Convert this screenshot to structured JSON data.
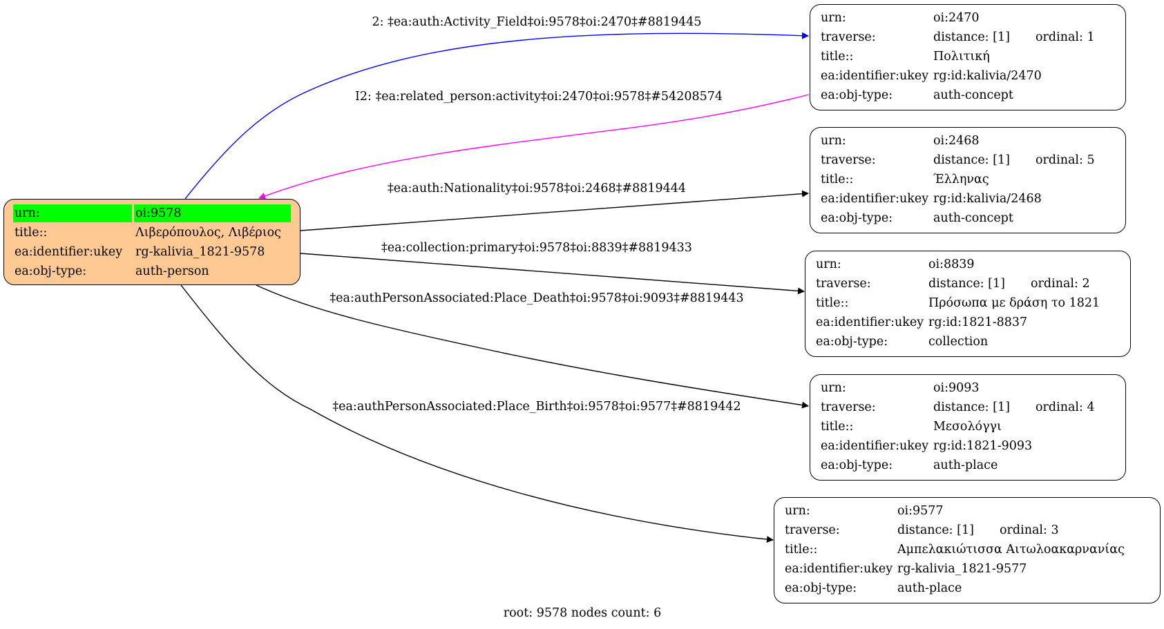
{
  "graph": {
    "footer": "root: 9578 nodes count: 6",
    "colors": {
      "root_fill": "#ffc993",
      "root_highlight": "#00ff00",
      "edge_default": "#000000",
      "edge_activity": "#0000ff",
      "edge_inverse": "#ff00ff"
    },
    "root": {
      "id": "9578",
      "rows": [
        {
          "key": "urn:",
          "value": "oi:9578"
        },
        {
          "key": "title::",
          "value": "Λιβερόπουλος, Λιβέριος"
        },
        {
          "key": "ea:identifier:ukey",
          "value": "rg-kalivia_1821-9578"
        },
        {
          "key": "ea:obj-type:",
          "value": "auth-person"
        }
      ]
    },
    "nodes": [
      {
        "id": "2470",
        "urn": "oi:2470",
        "distance": "distance: [1]",
        "ordinal": "ordinal: 1",
        "title": "Πολιτική",
        "ukey": "rg:id:kalivia/2470",
        "obj_type": "auth-concept"
      },
      {
        "id": "2468",
        "urn": "oi:2468",
        "distance": "distance: [1]",
        "ordinal": "ordinal: 5",
        "title": "Έλληνας",
        "ukey": "rg:id:kalivia/2468",
        "obj_type": "auth-concept"
      },
      {
        "id": "8839",
        "urn": "oi:8839",
        "distance": "distance: [1]",
        "ordinal": "ordinal: 2",
        "title": "Πρόσωπα με δράση το 1821",
        "ukey": "rg:id:1821-8837",
        "obj_type": "collection"
      },
      {
        "id": "9093",
        "urn": "oi:9093",
        "distance": "distance: [1]",
        "ordinal": "ordinal: 4",
        "title": "Μεσολόγγι",
        "ukey": "rg:id:1821-9093",
        "obj_type": "auth-place"
      },
      {
        "id": "9577",
        "urn": "oi:9577",
        "distance": "distance: [1]",
        "ordinal": "ordinal: 3",
        "title": "Αμπελακιώτισσα Αιτωλοακαρνανίας",
        "ukey": "rg-kalivia_1821-9577",
        "obj_type": "auth-place"
      }
    ],
    "node_keys": {
      "urn": "urn:",
      "traverse": "traverse:",
      "title": "title::",
      "ukey": "ea:identifier:ukey",
      "obj_type": "ea:obj-type:"
    },
    "edges": [
      {
        "from": "9578",
        "to": "2470",
        "label": "2: ‡ea:auth:Activity_Field‡oi:9578‡oi:2470‡#8819445",
        "color": "#0000ff"
      },
      {
        "from": "2470",
        "to": "9578",
        "label": "I2: ‡ea:related_person:activity‡oi:2470‡oi:9578‡#54208574",
        "color": "#ff00ff"
      },
      {
        "from": "9578",
        "to": "2468",
        "label": "‡ea:auth:Nationality‡oi:9578‡oi:2468‡#8819444",
        "color": "#000000"
      },
      {
        "from": "9578",
        "to": "8839",
        "label": "‡ea:collection:primary‡oi:9578‡oi:8839‡#8819433",
        "color": "#000000"
      },
      {
        "from": "9578",
        "to": "9093",
        "label": "‡ea:authPersonAssociated:Place_Death‡oi:9578‡oi:9093‡#8819443",
        "color": "#000000"
      },
      {
        "from": "9578",
        "to": "9577",
        "label": "‡ea:authPersonAssociated:Place_Birth‡oi:9578‡oi:9577‡#8819442",
        "color": "#000000"
      }
    ]
  }
}
